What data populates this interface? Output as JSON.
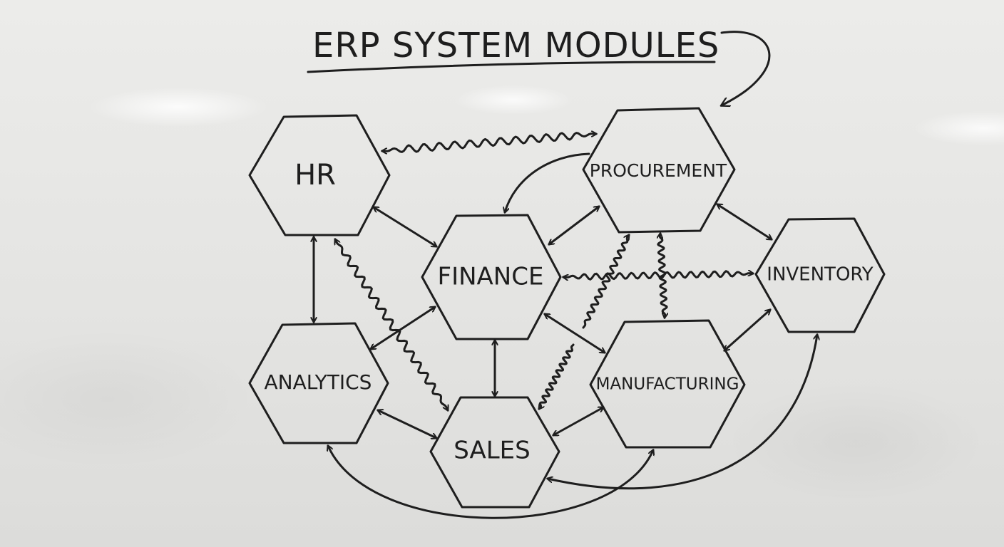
{
  "title": "ERP SYSTEM MODULES",
  "modules": {
    "hr": "HR",
    "procurement": "PROCUREMENT",
    "finance": "FINANCE",
    "inventory": "INVENTORY",
    "analytics": "ANALYTICS",
    "manufacturing": "MANUFACTURING",
    "sales": "SALES"
  },
  "connections": [
    {
      "from": "hr",
      "to": "procurement",
      "style": "wavy",
      "direction": "both"
    },
    {
      "from": "hr",
      "to": "finance",
      "style": "straight",
      "direction": "both"
    },
    {
      "from": "hr",
      "to": "analytics",
      "style": "straight",
      "direction": "both"
    },
    {
      "from": "hr",
      "to": "sales",
      "style": "wavy",
      "direction": "both"
    },
    {
      "from": "procurement",
      "to": "finance",
      "style": "straight",
      "direction": "both"
    },
    {
      "from": "procurement",
      "to": "finance",
      "style": "curved",
      "direction": "to"
    },
    {
      "from": "procurement",
      "to": "inventory",
      "style": "straight",
      "direction": "both"
    },
    {
      "from": "procurement",
      "to": "manufacturing",
      "style": "straight",
      "direction": "both"
    },
    {
      "from": "finance",
      "to": "inventory",
      "style": "wavy",
      "direction": "both"
    },
    {
      "from": "finance",
      "to": "analytics",
      "style": "straight",
      "direction": "both"
    },
    {
      "from": "finance",
      "to": "sales",
      "style": "straight",
      "direction": "both"
    },
    {
      "from": "finance",
      "to": "manufacturing",
      "style": "straight",
      "direction": "both"
    },
    {
      "from": "inventory",
      "to": "manufacturing",
      "style": "straight",
      "direction": "both"
    },
    {
      "from": "inventory",
      "to": "sales",
      "style": "curved",
      "direction": "both"
    },
    {
      "from": "analytics",
      "to": "sales",
      "style": "straight",
      "direction": "both"
    },
    {
      "from": "analytics",
      "to": "manufacturing",
      "style": "curved",
      "direction": "both"
    },
    {
      "from": "sales",
      "to": "manufacturing",
      "style": "straight",
      "direction": "both"
    }
  ]
}
